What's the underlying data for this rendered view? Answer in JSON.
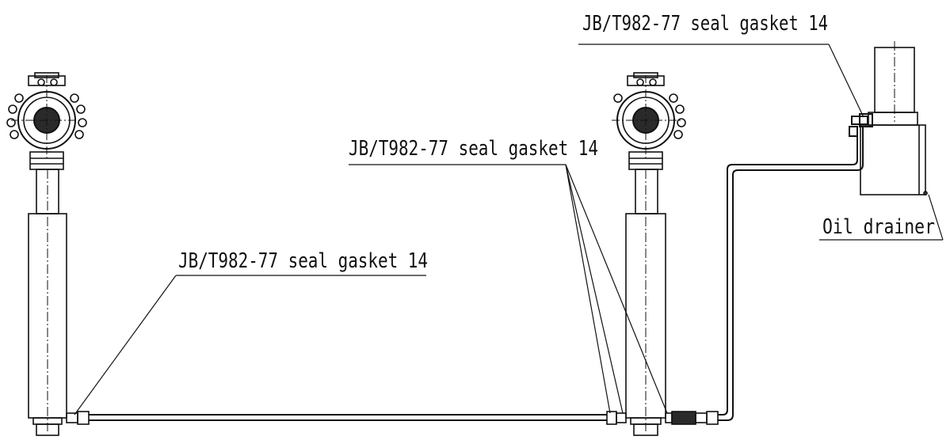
{
  "labels": {
    "gasket_top": "JB/T982-77 seal gasket 14",
    "gasket_middle": "JB/T982-77 seal gasket 14",
    "gasket_bottom": "JB/T982-77 seal gasket 14",
    "oil_drainer": "Oil drainer"
  },
  "colors": {
    "line": "#111111",
    "fill": "#2a2a2a",
    "background": "#ffffff"
  }
}
